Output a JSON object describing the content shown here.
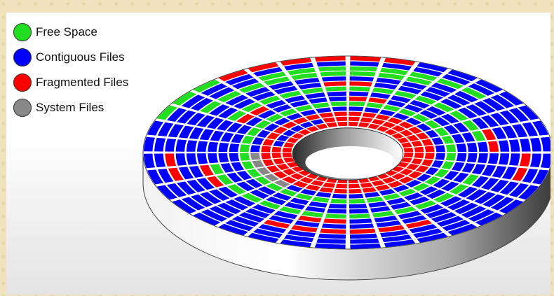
{
  "legend": [
    {
      "label": "Free Space",
      "color": "#22dd22"
    },
    {
      "label": "Contiguous Files",
      "color": "#0000ff"
    },
    {
      "label": "Fragmented Files",
      "color": "#ff0000"
    },
    {
      "label": "System Files",
      "color": "#888888"
    }
  ],
  "disk": {
    "sectors": 36,
    "rings": [
      [
        "C",
        "C",
        "C",
        "C",
        "C",
        "C",
        "C",
        "C",
        "C",
        "C",
        "C",
        "F",
        "F",
        "F",
        "R",
        "R",
        "R",
        "R",
        "R",
        "R",
        "C",
        "C",
        "C",
        "C",
        "C",
        "C",
        "C",
        "C",
        "C",
        "C",
        "C",
        "C",
        "C",
        "C",
        "C",
        "C"
      ],
      [
        "C",
        "C",
        "C",
        "C",
        "C",
        "C",
        "C",
        "C",
        "C",
        "C",
        "C",
        "C",
        "C",
        "C",
        "C",
        "C",
        "C",
        "C",
        "C",
        "C",
        "C",
        "C",
        "C",
        "C",
        "C",
        "C",
        "C",
        "C",
        "C",
        "C",
        "C",
        "C",
        "C",
        "C",
        "C",
        "C"
      ],
      [
        "C",
        "C",
        "C",
        "C",
        "C",
        "C",
        "C",
        "R",
        "R",
        "C",
        "C",
        "C",
        "C",
        "C",
        "C",
        "F",
        "F",
        "F",
        "F",
        "F",
        "F",
        "F",
        "F",
        "C",
        "C",
        "C",
        "C",
        "R",
        "R",
        "C",
        "C",
        "C",
        "C",
        "C",
        "C",
        "C"
      ],
      [
        "R",
        "R",
        "R",
        "C",
        "C",
        "C",
        "C",
        "C",
        "C",
        "C",
        "C",
        "C",
        "F",
        "F",
        "F",
        "F",
        "F",
        "F",
        "F",
        "F",
        "F",
        "C",
        "C",
        "C",
        "C",
        "C",
        "C",
        "C",
        "C",
        "C",
        "C",
        "C",
        "C",
        "R",
        "R",
        "R"
      ],
      [
        "C",
        "C",
        "C",
        "C",
        "C",
        "C",
        "C",
        "C",
        "C",
        "C",
        "C",
        "C",
        "C",
        "C",
        "C",
        "C",
        "C",
        "C",
        "C",
        "C",
        "C",
        "C",
        "C",
        "C",
        "C",
        "C",
        "C",
        "C",
        "C",
        "C",
        "C",
        "C",
        "C",
        "C",
        "C",
        "C"
      ],
      [
        "R",
        "R",
        "C",
        "C",
        "C",
        "C",
        "R",
        "R",
        "C",
        "C",
        "C",
        "C",
        "C",
        "C",
        "C",
        "C",
        "C",
        "R",
        "R",
        "C",
        "C",
        "C",
        "C",
        "C",
        "C",
        "R",
        "R",
        "C",
        "C",
        "C",
        "C",
        "C",
        "C",
        "C",
        "C",
        "C"
      ],
      [
        "F",
        "F",
        "F",
        "F",
        "F",
        "F",
        "F",
        "F",
        "C",
        "C",
        "C",
        "C",
        "F",
        "F",
        "F",
        "F",
        "F",
        "F",
        "F",
        "F",
        "F",
        "F",
        "F",
        "F",
        "F",
        "F",
        "C",
        "C",
        "C",
        "F",
        "F",
        "F",
        "F",
        "F",
        "F",
        "F"
      ],
      [
        "C",
        "C",
        "C",
        "C",
        "C",
        "C",
        "C",
        "C",
        "C",
        "C",
        "C",
        "C",
        "R",
        "R",
        "C",
        "C",
        "C",
        "C",
        "C",
        "C",
        "C",
        "C",
        "C",
        "C",
        "C",
        "C",
        "C",
        "C",
        "C",
        "C",
        "C",
        "C",
        "C",
        "C",
        "C",
        "C"
      ],
      [
        "C",
        "C",
        "C",
        "C",
        "C",
        "C",
        "C",
        "C",
        "C",
        "C",
        "C",
        "C",
        "C",
        "C",
        "C",
        "C",
        "C",
        "C",
        "R",
        "R",
        "C",
        "C",
        "C",
        "C",
        "C",
        "C",
        "C",
        "C",
        "C",
        "C",
        "C",
        "C",
        "C",
        "C",
        "C",
        "C"
      ],
      [
        "F",
        "F",
        "F",
        "F",
        "F",
        "F",
        "F",
        "F",
        "F",
        "F",
        "F",
        "F",
        "F",
        "F",
        "F",
        "F",
        "F",
        "F",
        "F",
        "F",
        "F",
        "F",
        "F",
        "F",
        "F",
        "F",
        "F",
        "F",
        "F",
        "F",
        "F",
        "F",
        "F",
        "F",
        "F",
        "F"
      ],
      [
        "C",
        "C",
        "C",
        "C",
        "S",
        "S",
        "S",
        "S",
        "S",
        "C",
        "C",
        "C",
        "C",
        "C",
        "C",
        "C",
        "C",
        "C",
        "C",
        "C",
        "C",
        "C",
        "C",
        "C",
        "C",
        "C",
        "C",
        "C",
        "C",
        "C",
        "C",
        "C",
        "C",
        "C",
        "C",
        "C"
      ],
      [
        "R",
        "R",
        "R",
        "R",
        "R",
        "R",
        "R",
        "R",
        "R",
        "R",
        "R",
        "R",
        "R",
        "R",
        "R",
        "R",
        "R",
        "R",
        "R",
        "R",
        "R",
        "R",
        "R",
        "R",
        "R",
        "R",
        "R",
        "R",
        "R",
        "R",
        "R",
        "R",
        "R",
        "R",
        "R",
        "R"
      ],
      [
        "R",
        "R",
        "R",
        "R",
        "R",
        "R",
        "R",
        "R",
        "R",
        "R",
        "C",
        "C",
        "C",
        "C",
        "C",
        "C",
        "R",
        "R",
        "R",
        "R",
        "R",
        "R",
        "R",
        "R",
        "R",
        "R",
        "R",
        "R",
        "R",
        "R",
        "R",
        "R",
        "R",
        "R",
        "R",
        "R"
      ],
      [
        "R",
        "R",
        "R",
        "R",
        "R",
        "R",
        "R",
        "R",
        "R",
        "R",
        "R",
        "R",
        "R",
        "R",
        "R",
        "R",
        "R",
        "R",
        "R",
        "R",
        "R",
        "R",
        "R",
        "R",
        "R",
        "R",
        "R",
        "R",
        "R",
        "R",
        "R",
        "R",
        "R",
        "R",
        "R",
        "R"
      ]
    ]
  }
}
